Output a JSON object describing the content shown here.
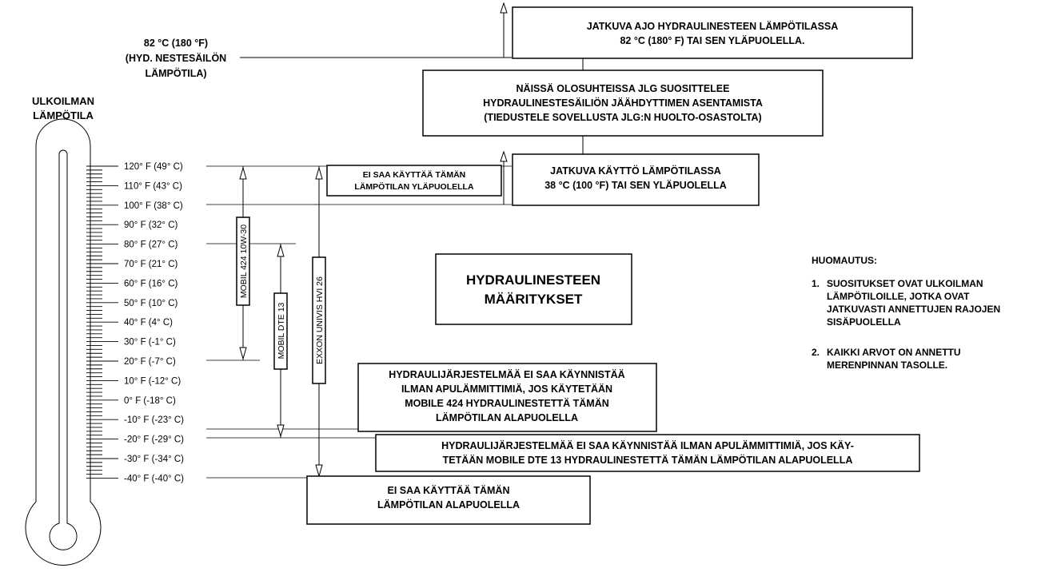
{
  "temp_82": {
    "lines": [
      "82 °C (180 °F)",
      "(HYD. NESTESÄILÖN",
      "LÄMPÖTILA)"
    ]
  },
  "outside_temp": {
    "lines": [
      "ULKOILMAN",
      "LÄMPÖTILA"
    ]
  },
  "scale_labels": [
    "120° F (49° C)",
    "110° F (43° C)",
    "100° F (38° C)",
    "90° F (32° C)",
    "80° F (27° C)",
    "70° F (21° C)",
    "60° F (16° C)",
    "50° F (10° C)",
    "40° F (4° C)",
    "30° F (-1° C)",
    "20° F (-7° C)",
    "10° F (-12° C)",
    "0° F (-18° C)",
    "-10° F (-23° C)",
    "-20° F (-29° C)",
    "-30° F (-34° C)",
    "-40° F (-40° C)"
  ],
  "products": {
    "mobil_424": "MOBIL 424 10W-30",
    "mobil_dte13": "MOBIL DTE 13",
    "exxon_univis": "EXXON UNIVIS HVI 26"
  },
  "boxes": {
    "continuous_82": [
      "JATKUVA AJO HYDRAULINESTEEN LÄMPÖTILASSA",
      "82 °C (180° F) TAI SEN YLÄPUOLELLA."
    ],
    "cooler": [
      "NÄISSÄ OLOSUHTEISSA JLG SUOSITTELEE",
      "HYDRAULINESTESÄILIÖN JÄÄHDYTTIMEN ASENTAMISTA",
      "(TIEDUSTELE SOVELLUSTA JLG:N HUOLTO-OSASTOLTA)"
    ],
    "continuous_38": [
      "JATKUVA KÄYTTÖ LÄMPÖTILASSA",
      "38 °C (100 °F) TAI SEN YLÄPUOLELLA"
    ],
    "not_above": [
      "EI SAA KÄYTTÄÄ TÄMÄN",
      "LÄMPÖTILAN YLÄPUOLELLA"
    ],
    "title": [
      "HYDRAULINESTEEN",
      "MÄÄRITYKSET"
    ],
    "no_start_424": [
      "HYDRAULIJÄRJESTELMÄÄ EI SAA KÄYNNISTÄÄ",
      "ILMAN APULÄMMITTIMIÄ, JOS KÄYTETÄÄN",
      "MOBILE 424 HYDRAULINESTETTÄ TÄMÄN",
      "LÄMPÖTILAN ALAPUOLELLA"
    ],
    "no_start_dte13": [
      "HYDRAULIJÄRJESTELMÄÄ EI SAA KÄYNNISTÄÄ ILMAN APULÄMMITTIMIÄ, JOS KÄY-",
      "TETÄÄN MOBILE DTE 13 HYDRAULINESTETTÄ TÄMÄN LÄMPÖTILAN ALAPUOLELLA"
    ],
    "not_below": [
      "EI SAA KÄYTTÄÄ TÄMÄN",
      "LÄMPÖTILAN ALAPUOLELLA"
    ]
  },
  "notes": {
    "heading": "HUOMAUTUS:",
    "items": [
      {
        "num": "1.",
        "lines": [
          "SUOSITUKSET OVAT ULKOILMAN",
          "LÄMPÖTILOILLE, JOTKA OVAT",
          "JATKUVASTI ANNETTUJEN RAJOJEN",
          "SISÄPUOLELLA"
        ]
      },
      {
        "num": "2.",
        "lines": [
          "KAIKKI ARVOT ON ANNETTU",
          "MERENPINNAN TASOLLE."
        ]
      }
    ]
  }
}
